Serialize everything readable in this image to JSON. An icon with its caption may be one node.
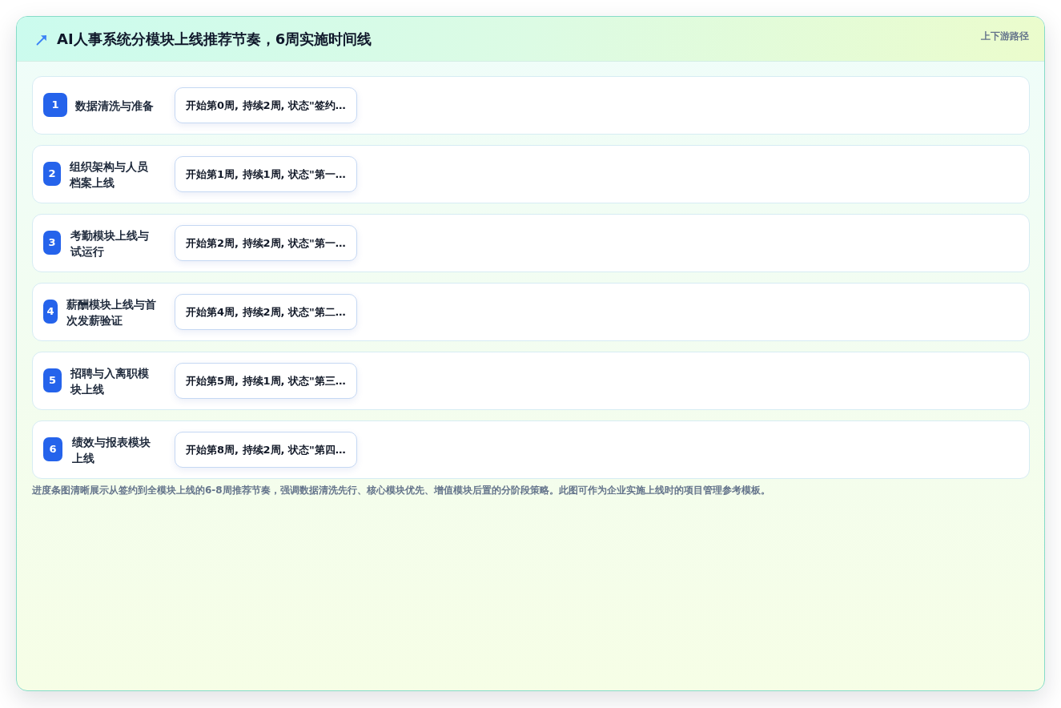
{
  "diagram": {
    "title": "AI人事系统分模块上线推荐节奏，6周实施时间线",
    "caption": "进度条图清晰展示从签约到全模块上线的6-8周推荐节奏，强调数据清洗先行、核心模块优先、增值模块后置的分阶段策略。此图可作为企业实施上线时的项目管理参考模板。",
    "nodes": [
      {
        "text": [
          "数据清洗与准备"
        ]
      },
      {
        "text": [
          "1"
        ],
        "in": 0
      },
      {
        "text": [
          "开始第0周, 持续2周, 状态\"签约…"
        ],
        "in": 0
      },
      {
        "text": [
          "组织架构与人员档案上线"
        ]
      },
      {
        "text": [
          "2"
        ],
        "in": 3
      },
      {
        "text": [
          "开始第1周, 持续1周, 状态\"第一…"
        ],
        "in": 3
      },
      {
        "text": [
          "考勤模块上线与试运行"
        ]
      },
      {
        "text": [
          "3"
        ],
        "in": 6
      },
      {
        "text": [
          "开始第2周, 持续2周, 状态\"第一…"
        ],
        "in": 6
      },
      {
        "text": [
          "薪酬模块上线与首次发薪验证"
        ]
      },
      {
        "text": [
          "4"
        ],
        "in": 9
      },
      {
        "text": [
          "开始第4周, 持续2周, 状态\"第二…"
        ],
        "in": 9
      },
      {
        "text": [
          "招聘与入离职模块上线"
        ]
      },
      {
        "text": [
          "5"
        ],
        "in": 12
      },
      {
        "text": [
          "开始第5周, 持续1周, 状态\"第三…"
        ],
        "in": 12
      },
      {
        "text": [
          "绩效与报表模块上线"
        ]
      },
      {
        "text": [
          "6"
        ],
        "in": 15
      },
      {
        "text": [
          "开始第8周, 持续2周, 状态\"第四…"
        ],
        "in": 15
      }
    ],
    "labels": [
      "上下游路径"
    ]
  }
}
